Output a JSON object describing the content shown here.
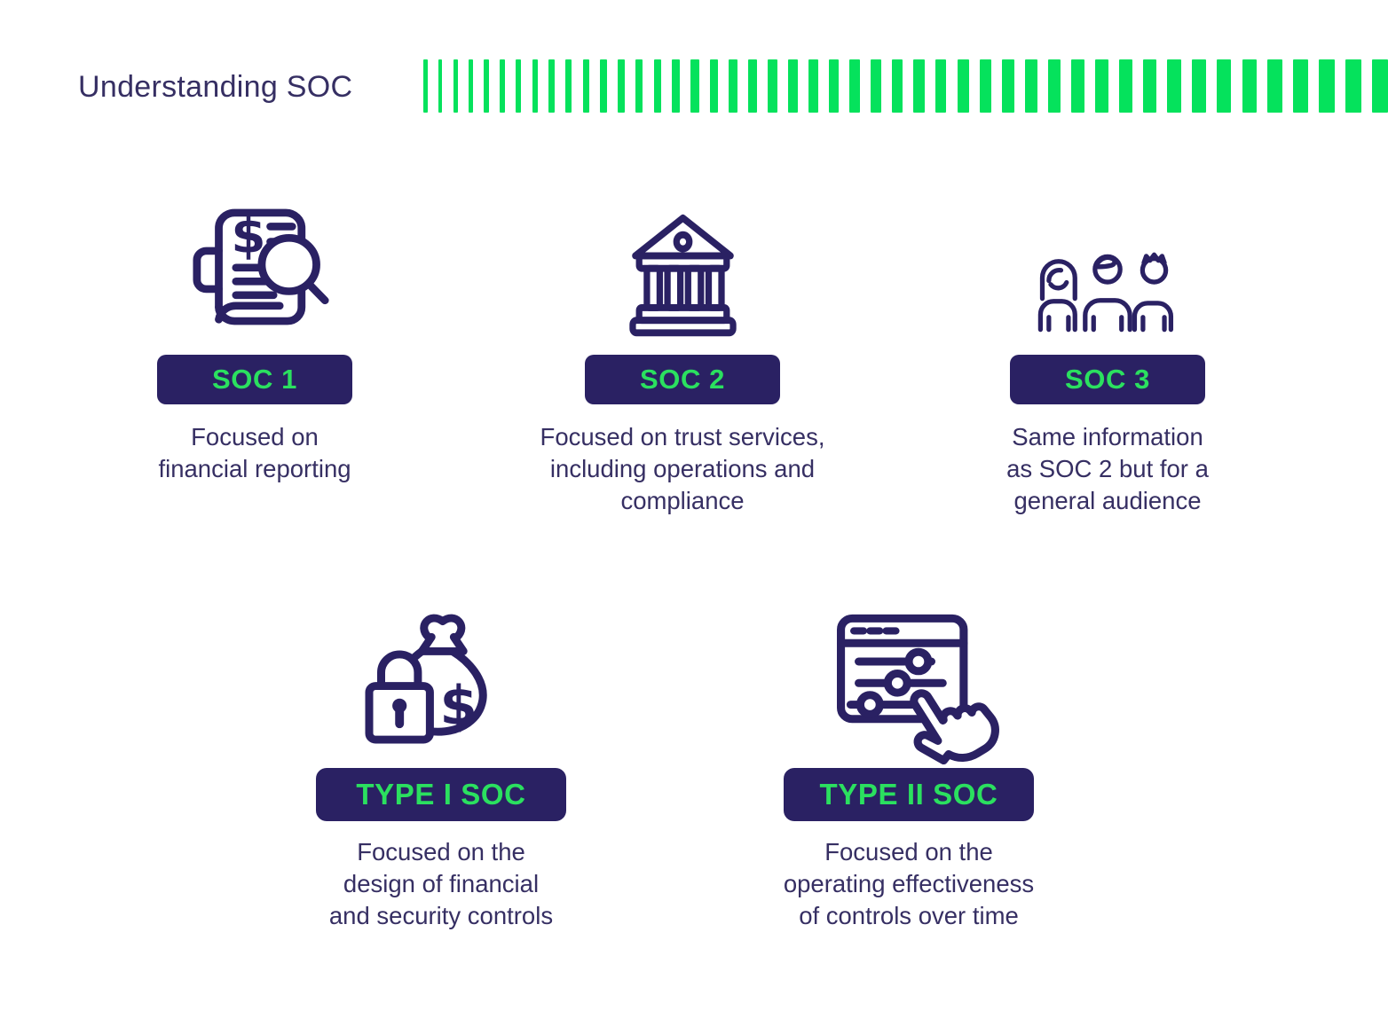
{
  "title": "Understanding SOC",
  "colors": {
    "navy": "#2A2163",
    "text": "#362F63",
    "green": "#2BE05F",
    "bar_green": "#05E25C",
    "background": "#FFFFFF"
  },
  "decoration": {
    "bar_count": 47
  },
  "cards": [
    {
      "badge": "SOC 1",
      "icon": "document-magnifier-icon",
      "description_lines": [
        "Focused on",
        "financial reporting"
      ]
    },
    {
      "badge": "SOC 2",
      "icon": "bank-icon",
      "description_lines": [
        "Focused on trust services,",
        "including operations and",
        "compliance"
      ]
    },
    {
      "badge": "SOC 3",
      "icon": "people-group-icon",
      "description_lines": [
        "Same information",
        "as SOC 2 but for a",
        "general audience"
      ]
    },
    {
      "badge": "TYPE I SOC",
      "icon": "lock-money-bag-icon",
      "description_lines": [
        "Focused on the",
        "design of financial",
        "and security controls"
      ]
    },
    {
      "badge": "TYPE II SOC",
      "icon": "sliders-hand-icon",
      "description_lines": [
        "Focused on the",
        "operating effectiveness",
        "of controls over time"
      ]
    }
  ]
}
